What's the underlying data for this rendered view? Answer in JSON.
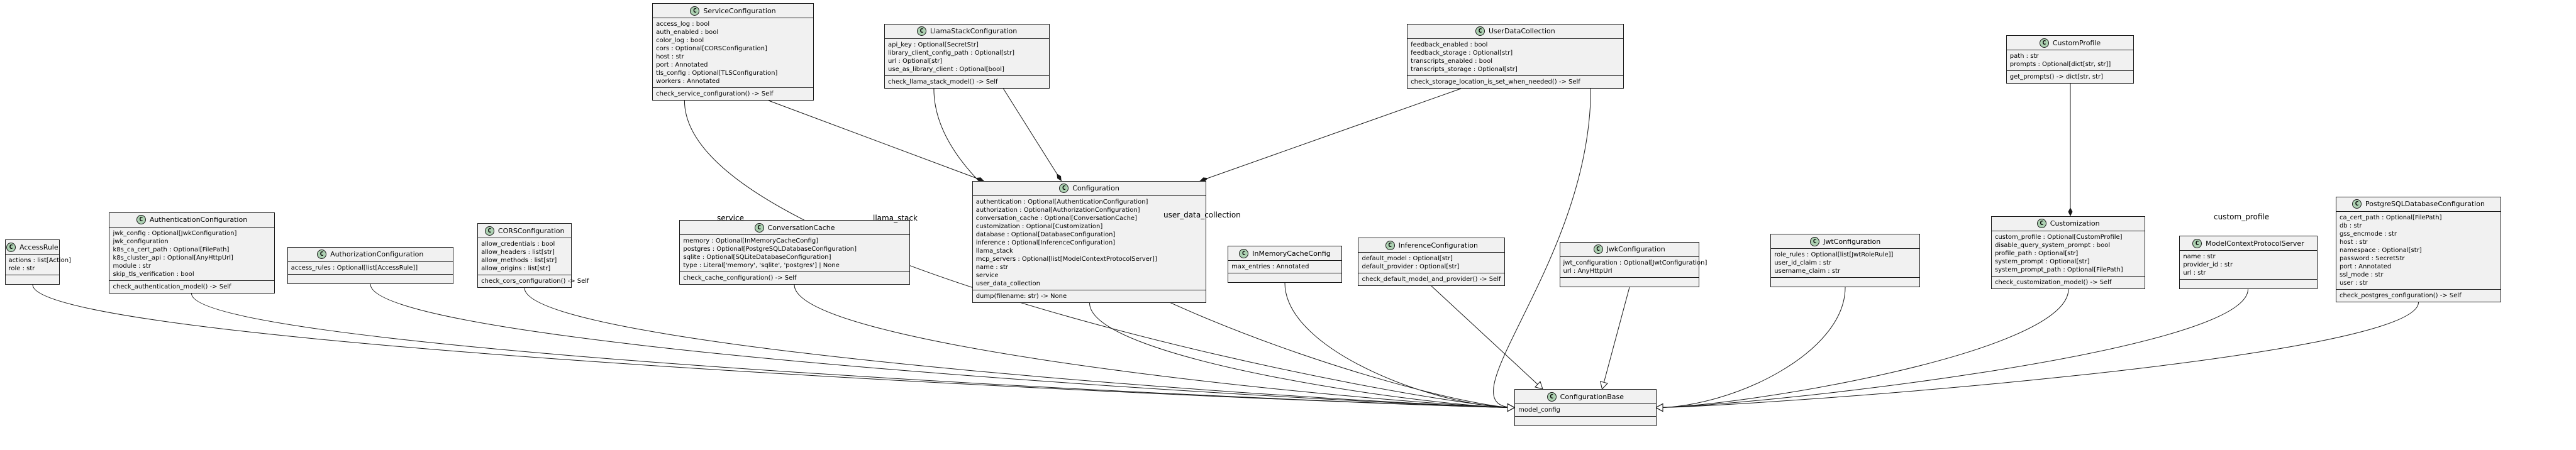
{
  "classes": [
    {
      "id": "ServiceConfiguration",
      "attributes": [
        "access_log : bool",
        "auth_enabled : bool",
        "color_log : bool",
        "cors : Optional[CORSConfiguration]",
        "host : str",
        "port : Annotated",
        "tls_config : Optional[TLSConfiguration]",
        "workers : Annotated"
      ],
      "methods": [
        "check_service_configuration() -> Self"
      ]
    },
    {
      "id": "LlamaStackConfiguration",
      "attributes": [
        "api_key : Optional[SecretStr]",
        "library_client_config_path : Optional[str]",
        "url : Optional[str]",
        "use_as_library_client : Optional[bool]"
      ],
      "methods": [
        "check_llama_stack_model() -> Self"
      ]
    },
    {
      "id": "UserDataCollection",
      "attributes": [
        "feedback_enabled : bool",
        "feedback_storage : Optional[str]",
        "transcripts_enabled : bool",
        "transcripts_storage : Optional[str]"
      ],
      "methods": [
        "check_storage_location_is_set_when_needed() -> Self"
      ]
    },
    {
      "id": "CustomProfile",
      "attributes": [
        "path : str",
        "prompts : Optional[dict[str, str]]"
      ],
      "methods": [
        "get_prompts() -> dict[str, str]"
      ]
    },
    {
      "id": "Configuration",
      "attributes": [
        "authentication : Optional[AuthenticationConfiguration]",
        "authorization : Optional[AuthorizationConfiguration]",
        "conversation_cache : Optional[ConversationCache]",
        "customization : Optional[Customization]",
        "database : Optional[DatabaseConfiguration]",
        "inference : Optional[InferenceConfiguration]",
        "llama_stack",
        "mcp_servers : Optional[list[ModelContextProtocolServer]]",
        "name : str",
        "service",
        "user_data_collection"
      ],
      "methods": [
        "dump(filename: str) -> None"
      ]
    },
    {
      "id": "AccessRule",
      "attributes": [
        "actions : list[Action]",
        "role : str"
      ],
      "methods": []
    },
    {
      "id": "AuthenticationConfiguration",
      "attributes": [
        "jwk_config : Optional[JwkConfiguration]",
        "jwk_configuration",
        "k8s_ca_cert_path : Optional[FilePath]",
        "k8s_cluster_api : Optional[AnyHttpUrl]",
        "module : str",
        "skip_tls_verification : bool"
      ],
      "methods": [
        "check_authentication_model() -> Self"
      ]
    },
    {
      "id": "AuthorizationConfiguration",
      "attributes": [
        "access_rules : Optional[list[AccessRule]]"
      ],
      "methods": []
    },
    {
      "id": "CORSConfiguration",
      "attributes": [
        "allow_credentials : bool",
        "allow_headers : list[str]",
        "allow_methods : list[str]",
        "allow_origins : list[str]"
      ],
      "methods": [
        "check_cors_configuration() -> Self"
      ]
    },
    {
      "id": "ConversationCache",
      "attributes": [
        "memory : Optional[InMemoryCacheConfig]",
        "postgres : Optional[PostgreSQLDatabaseConfiguration]",
        "sqlite : Optional[SQLiteDatabaseConfiguration]",
        "type : Literal['memory', 'sqlite', 'postgres'] | None"
      ],
      "methods": [
        "check_cache_configuration() -> Self"
      ]
    },
    {
      "id": "InMemoryCacheConfig",
      "attributes": [
        "max_entries : Annotated"
      ],
      "methods": []
    },
    {
      "id": "InferenceConfiguration",
      "attributes": [
        "default_model : Optional[str]",
        "default_provider : Optional[str]"
      ],
      "methods": [
        "check_default_model_and_provider() -> Self"
      ]
    },
    {
      "id": "JwkConfiguration",
      "attributes": [
        "jwt_configuration : Optional[JwtConfiguration]",
        "url : AnyHttpUrl"
      ],
      "methods": []
    },
    {
      "id": "JwtConfiguration",
      "attributes": [
        "role_rules : Optional[list[JwtRoleRule]]",
        "user_id_claim : str",
        "username_claim : str"
      ],
      "methods": []
    },
    {
      "id": "Customization",
      "attributes": [
        "custom_profile : Optional[CustomProfile]",
        "disable_query_system_prompt : bool",
        "profile_path : Optional[str]",
        "system_prompt : Optional[str]",
        "system_prompt_path : Optional[FilePath]"
      ],
      "methods": [
        "check_customization_model() -> Self"
      ]
    },
    {
      "id": "ModelContextProtocolServer",
      "attributes": [
        "name : str",
        "provider_id : str",
        "url : str"
      ],
      "methods": []
    },
    {
      "id": "PostgreSQLDatabaseConfiguration",
      "attributes": [
        "ca_cert_path : Optional[FilePath]",
        "db : str",
        "gss_encmode : str",
        "host : str",
        "namespace : Optional[str]",
        "password : SecretStr",
        "port : Annotated",
        "ssl_mode : str",
        "user : str"
      ],
      "methods": [
        "check_postgres_configuration() -> Self"
      ]
    },
    {
      "id": "ConfigurationBase",
      "attributes": [
        "model_config"
      ],
      "methods": []
    }
  ],
  "relations": [
    {
      "label": "service"
    },
    {
      "label": "llama_stack"
    },
    {
      "label": "user_data_collection"
    },
    {
      "label": "custom_profile"
    }
  ],
  "colors": {
    "box_fill": "#f1f1f1",
    "box_border": "#181818",
    "class_glyph": "#add1b2",
    "edge": "#181818"
  }
}
